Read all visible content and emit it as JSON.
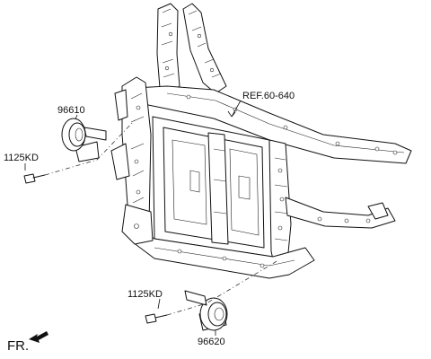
{
  "labels": {
    "horn_high": "96610",
    "horn_low": "96620",
    "bolt_upper": "1125KD",
    "bolt_lower": "1125KD",
    "reference": "REF.60-640",
    "front": "FR."
  }
}
